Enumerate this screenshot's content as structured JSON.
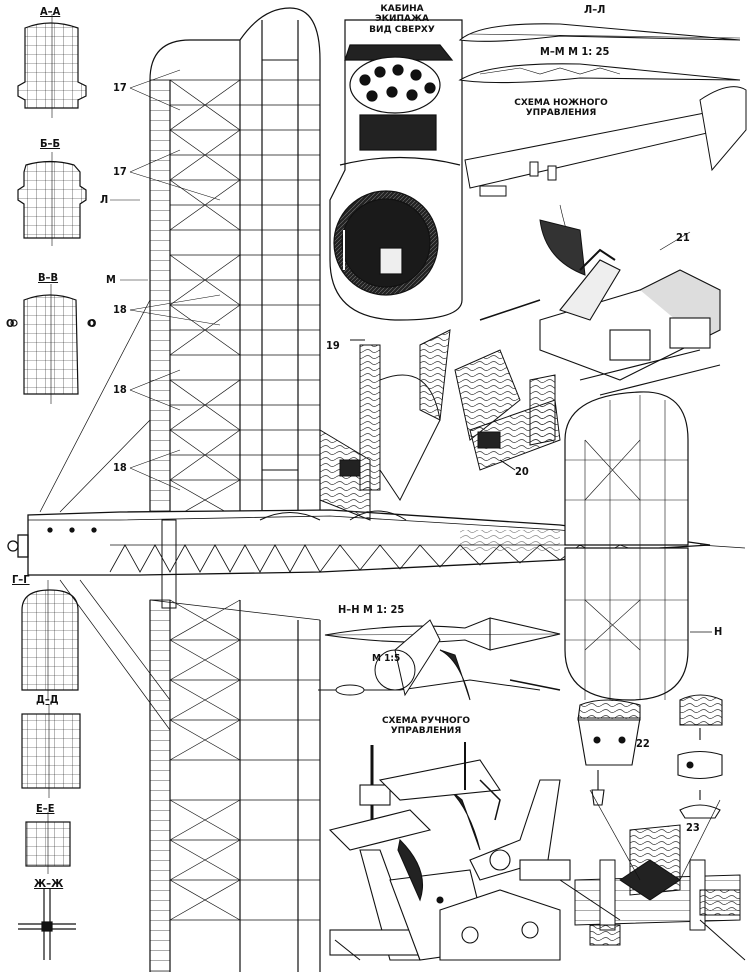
{
  "colors": {
    "ink": "#111111",
    "paper": "#ffffff",
    "wood": "#555555"
  },
  "sections": {
    "aa": "А–А",
    "bb": "Б–Б",
    "vv": "В–В",
    "gg": "Г–Г",
    "dd": "Д–Д",
    "ee": "Е–Е",
    "zhzh": "Ж–Ж",
    "ll": "Л–Л",
    "mm": "М–М  М 1: 25",
    "nn": "Н–Н  М 1: 25",
    "scale5": "М 1:5"
  },
  "markers": {
    "l": "Л",
    "m": "М",
    "n": "Н",
    "o_left": "О",
    "o_right": "О"
  },
  "captions": {
    "cockpit": [
      "КАБИНА ЭКИПАЖА",
      "ВИД СВЕРХУ"
    ],
    "foot_control": [
      "СХЕМА НОЖНОГО",
      "УПРАВЛЕНИЯ"
    ],
    "hand_control": [
      "СХЕМА РУЧНОГО",
      "УПРАВЛЕНИЯ"
    ]
  },
  "callouts": {
    "c17a": "17",
    "c17b": "17",
    "c18a": "18",
    "c18b": "18",
    "c18c": "18",
    "c19": "19",
    "c20": "20",
    "c21": "21",
    "c22": "22",
    "c23": "23"
  }
}
